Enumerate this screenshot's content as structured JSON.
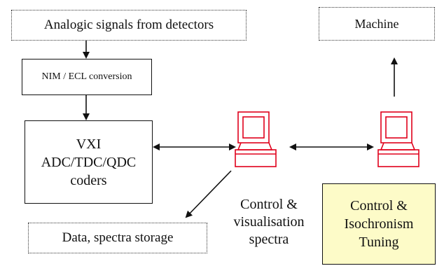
{
  "diagram": {
    "source_box": {
      "text": "Analogic signals from detectors"
    },
    "conversion_box": {
      "text": "NIM / ECL conversion"
    },
    "coders_box": {
      "lines": [
        "VXI",
        "ADC/TDC/QDC",
        "coders"
      ]
    },
    "storage_box": {
      "text": "Data, spectra  storage"
    },
    "machine_box": {
      "text": "Machine"
    },
    "control_label": {
      "lines": [
        "Control &",
        "visualisation",
        "spectra"
      ]
    },
    "tuning_box": {
      "lines": [
        "Control &",
        "Isochronism",
        "Tuning"
      ],
      "fill": "#fdfbc8"
    },
    "colors": {
      "computer": "#e0001b",
      "ink": "#111111"
    },
    "icons": {
      "computer_1": "computer-icon",
      "computer_2": "computer-icon"
    }
  }
}
